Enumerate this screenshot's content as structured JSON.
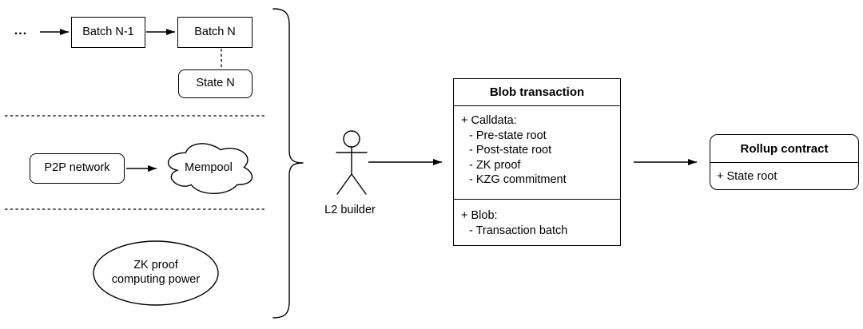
{
  "pipeline": {
    "ellipsis": "...",
    "batch_prev": "Batch N-1",
    "batch_current": "Batch N",
    "state": "State N"
  },
  "network": {
    "p2p": "P2P network",
    "mempool": "Mempool"
  },
  "compute": {
    "zk_line1": "ZK proof",
    "zk_line2": "computing power"
  },
  "builder": {
    "label": "L2 builder"
  },
  "blob_transaction": {
    "title": "Blob transaction",
    "calldata_header": "+ Calldata:",
    "calldata_items": [
      "- Pre-state root",
      "- Post-state root",
      "- ZK proof",
      "- KZG commitment"
    ],
    "blob_header": "+ Blob:",
    "blob_items": [
      "- Transaction batch"
    ]
  },
  "rollup_contract": {
    "title": "Rollup contract",
    "field": "+ State root"
  },
  "colors": {
    "stroke": "#000000",
    "background": "#ffffff"
  }
}
